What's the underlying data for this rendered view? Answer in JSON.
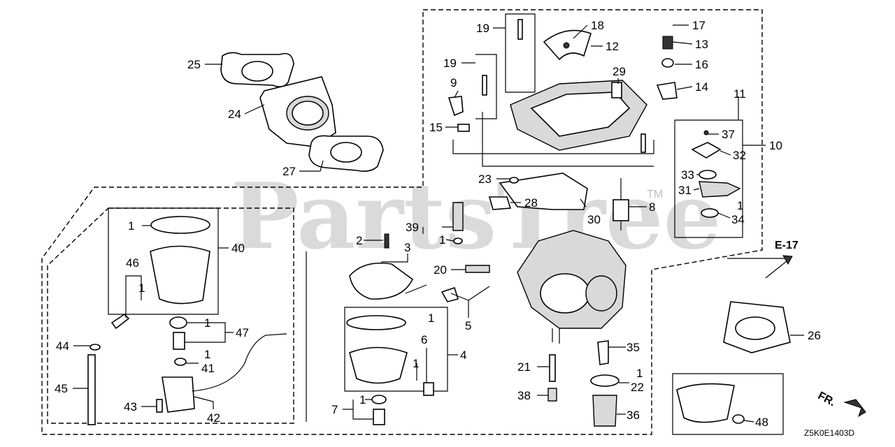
{
  "watermark": "PartsTree",
  "trademark": "TM",
  "diagram_code": "Z5K0E1403D",
  "reference": {
    "label": "E-17"
  },
  "direction": {
    "label": "FR."
  },
  "callouts": {
    "c1a": "1",
    "c1b": "1",
    "c1c": "1",
    "c1d": "1",
    "c1e": "1",
    "c1f": "1",
    "c1g": "1",
    "c1h": "1",
    "c1i": "1",
    "c1j": "1",
    "c2": "2",
    "c3": "3",
    "c4": "4",
    "c5": "5",
    "c6": "6",
    "c7": "7",
    "c8": "8",
    "c9": "9",
    "c10": "10",
    "c11": "11",
    "c12": "12",
    "c13": "13",
    "c14": "14",
    "c15": "15",
    "c16": "16",
    "c17": "17",
    "c18": "18",
    "c19a": "19",
    "c19b": "19",
    "c20": "20",
    "c21": "21",
    "c22": "22",
    "c23": "23",
    "c24": "24",
    "c25": "25",
    "c26": "26",
    "c27": "27",
    "c28": "28",
    "c29": "29",
    "c30": "30",
    "c31": "31",
    "c32": "32",
    "c33": "33",
    "c34": "34",
    "c35": "35",
    "c36": "36",
    "c37": "37",
    "c38": "38",
    "c39": "39",
    "c40": "40",
    "c41": "41",
    "c42": "42",
    "c43": "43",
    "c44": "44",
    "c45": "45",
    "c46": "46",
    "c47": "47",
    "c48": "48"
  }
}
